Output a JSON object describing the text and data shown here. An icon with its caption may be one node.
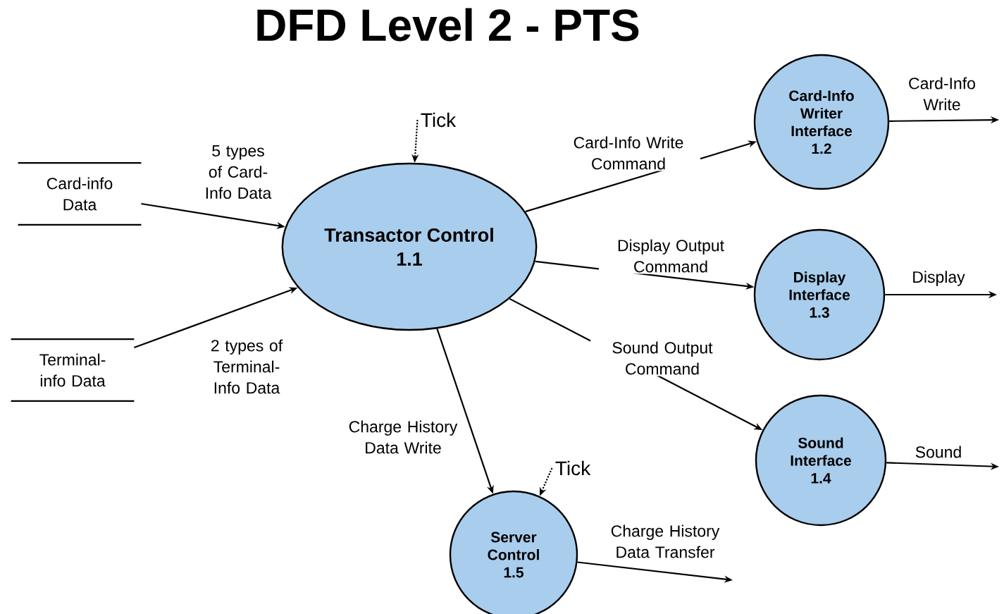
{
  "diagram": {
    "title": "DFD Level 2 - PTS",
    "nodes": [
      {
        "text": [
          "Card-info Data"
        ]
      },
      {
        "text": [
          "Terminal-info Data"
        ]
      },
      {
        "text": [
          "Transactor Control",
          "1.1"
        ]
      },
      {
        "text": [
          "Card-Info Writer Interface",
          "1.2"
        ]
      },
      {
        "text": [
          "Display Interface",
          "1.3"
        ]
      },
      {
        "text": [
          "Sound Interface",
          "1.4"
        ]
      },
      {
        "text": [
          "Server Control",
          "1.5"
        ]
      },
      {
        "text": [
          "Tick"
        ]
      },
      {
        "text": [
          "Tick"
        ]
      }
    ],
    "edges": [
      {
        "from": 0,
        "to": 2,
        "arrow": "to",
        "label": "5 types of Card-Info Data"
      },
      {
        "from": 1,
        "to": 2,
        "arrow": "to",
        "label": "2 types of Terminal-Info Data"
      },
      {
        "from": 7,
        "to": 2,
        "arrow": "to",
        "style": "dashed"
      },
      {
        "from": 2,
        "to": 3,
        "arrow": "to",
        "label": "Card-Info Write Command"
      },
      {
        "from": 2,
        "to": 4,
        "arrow": "to",
        "label": "Display Output Command"
      },
      {
        "from": 2,
        "to": 5,
        "arrow": "to",
        "label": "Sound Output Command"
      },
      {
        "from": 2,
        "to": 6,
        "arrow": "to",
        "label": "Charge History Data Write"
      },
      {
        "from": 8,
        "to": 6,
        "arrow": "to",
        "style": "dashed"
      },
      {
        "from": 3,
        "to": null,
        "arrow": "to",
        "label": "Card-Info Write"
      },
      {
        "from": 4,
        "to": null,
        "arrow": "to",
        "label": "Display"
      },
      {
        "from": 5,
        "to": null,
        "arrow": "to",
        "label": "Sound"
      },
      {
        "from": 6,
        "to": null,
        "arrow": "to",
        "label": "Charge History Data Transfer"
      }
    ]
  }
}
